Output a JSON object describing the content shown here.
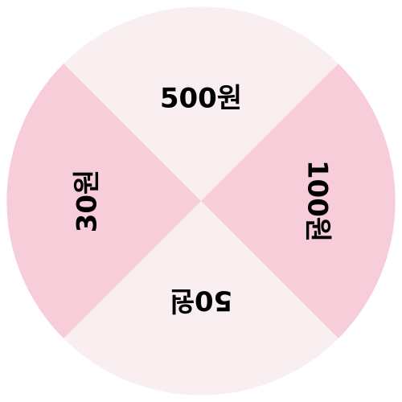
{
  "wheel": {
    "segments": [
      {
        "label": "500원",
        "color": "#f9eff1"
      },
      {
        "label": "100원",
        "color": "#f6cdd8"
      },
      {
        "label": "50원",
        "color": "#f9eff1"
      },
      {
        "label": "30원",
        "color": "#f6cdd8"
      }
    ]
  }
}
